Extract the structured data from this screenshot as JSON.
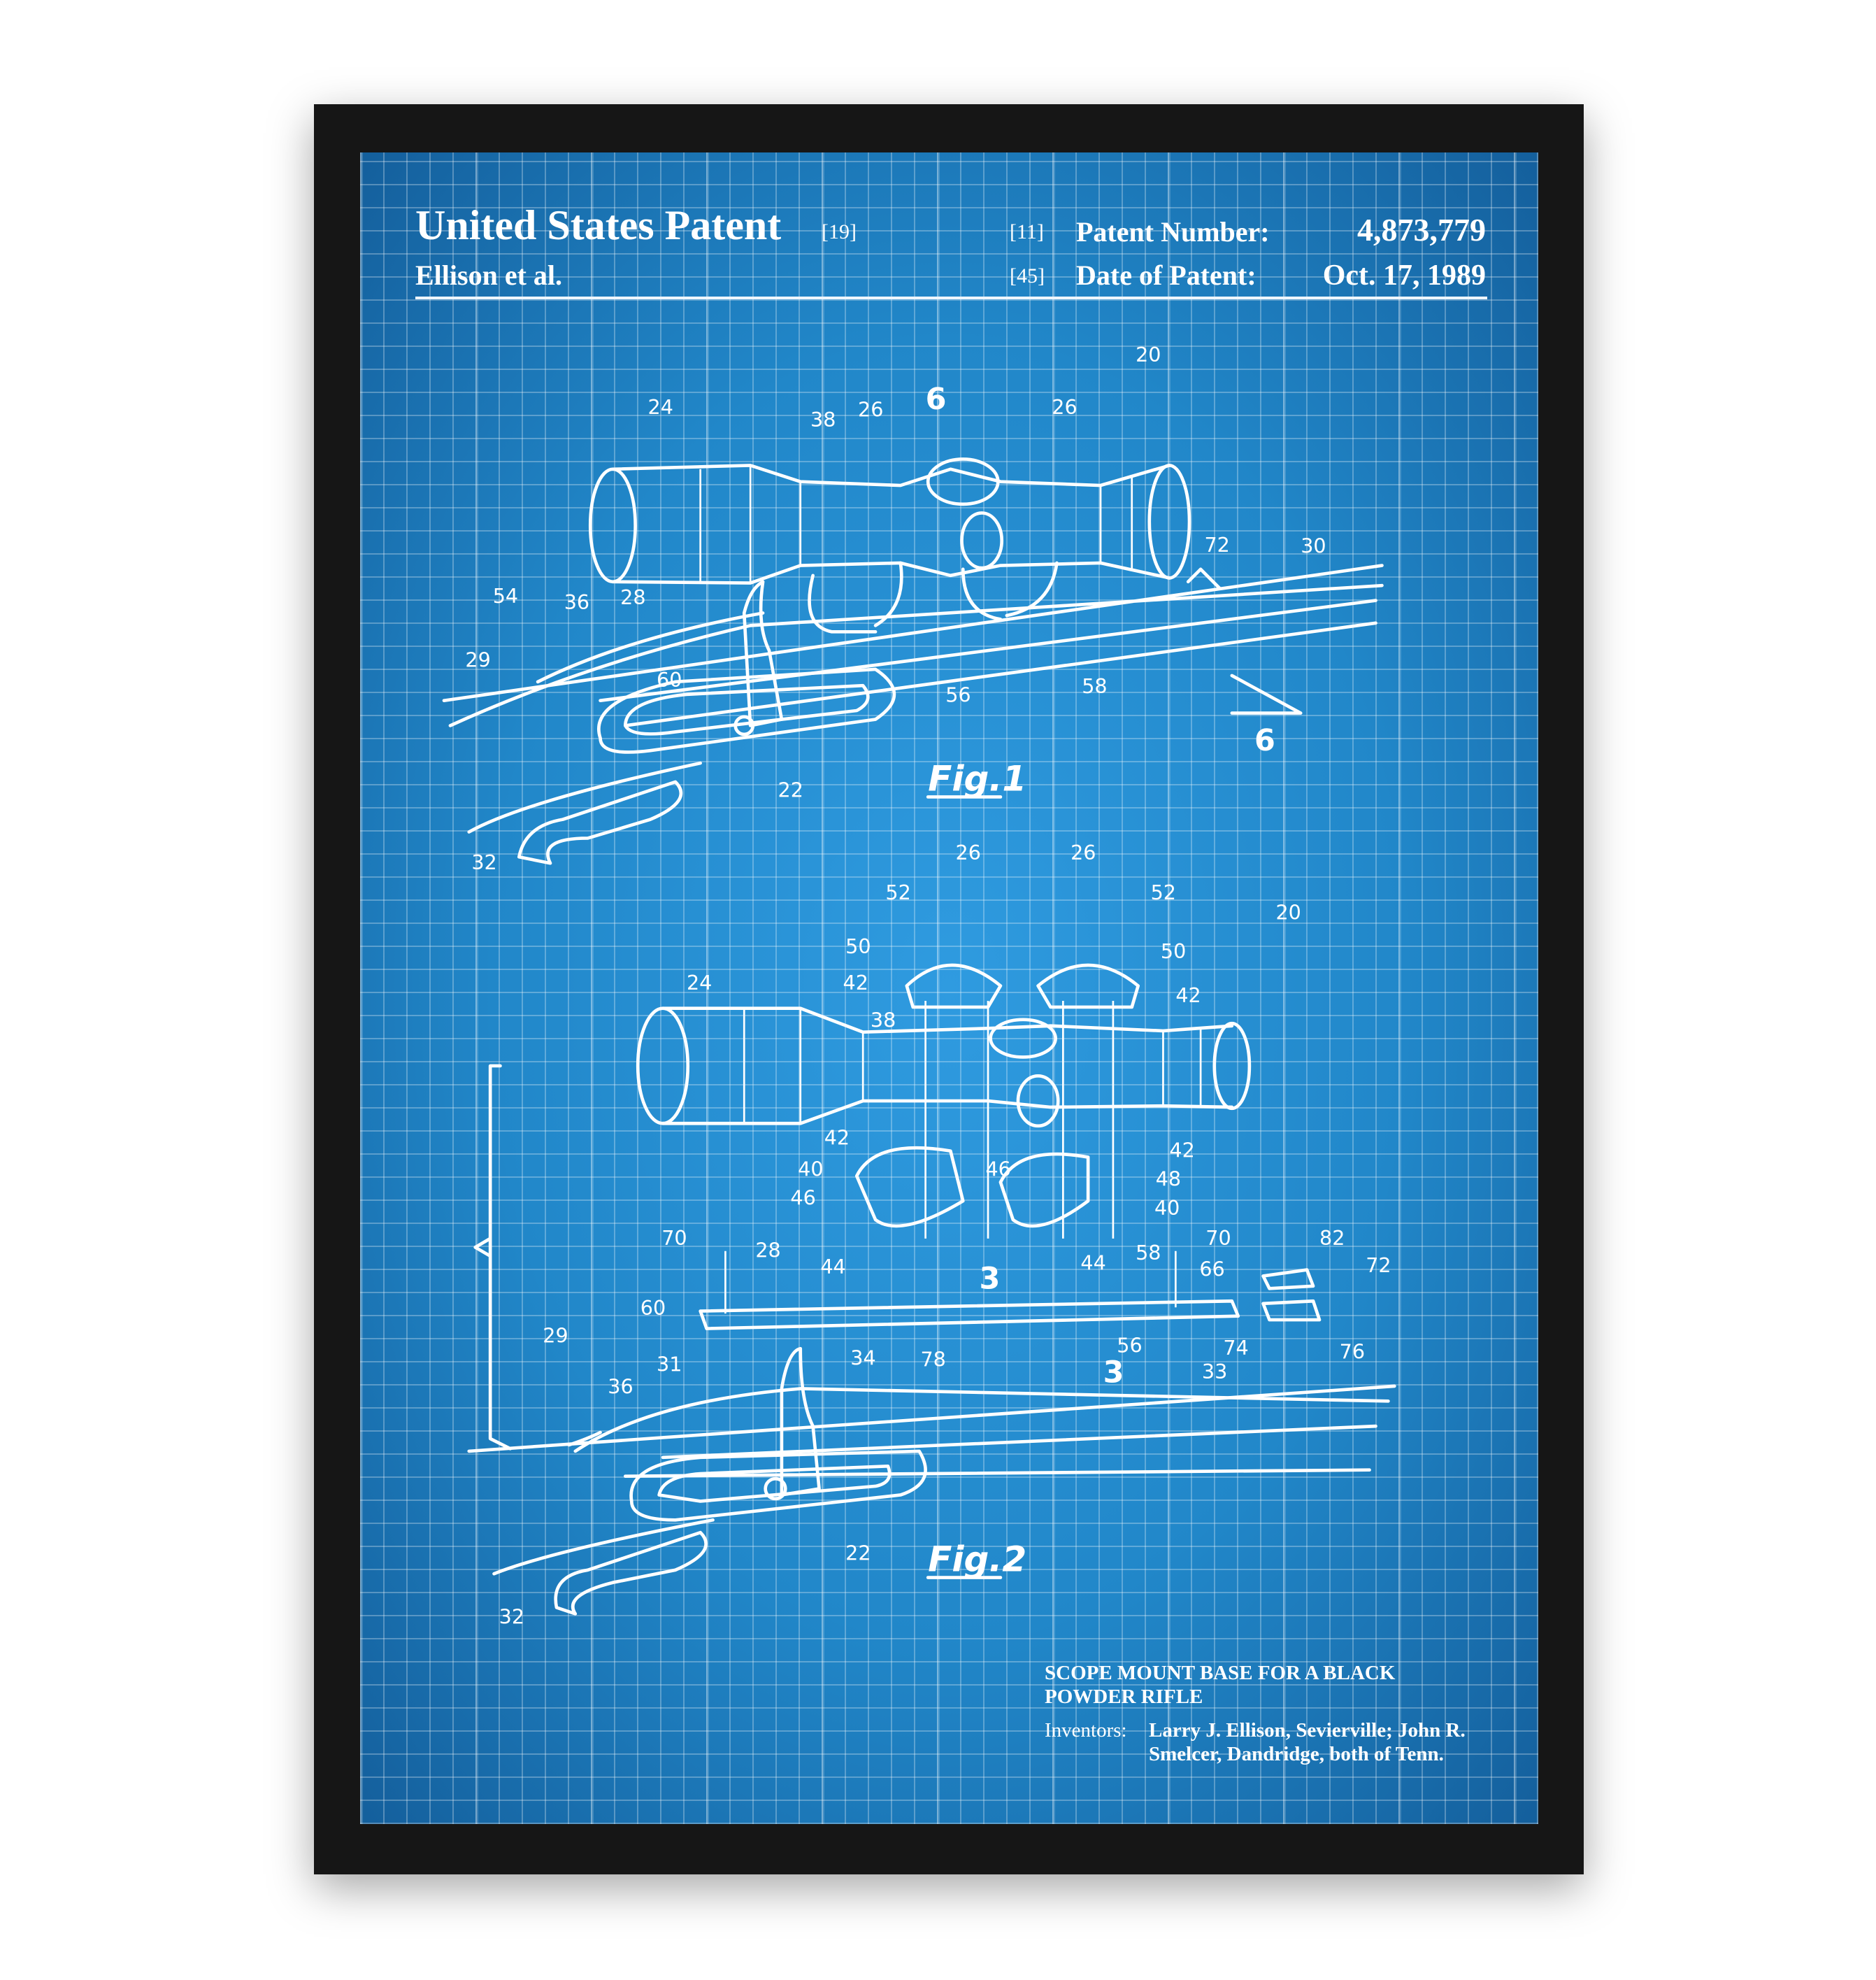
{
  "header": {
    "title": "United States Patent",
    "title_code": "[19]",
    "inventor_short": "Ellison et al.",
    "number_code": "[11]",
    "number_label": "Patent Number:",
    "number_value": "4,873,779",
    "date_code": "[45]",
    "date_label": "Date of Patent:",
    "date_value": "Oct. 17, 1989"
  },
  "footer": {
    "title_line1": "SCOPE MOUNT BASE FOR A BLACK",
    "title_line2": "POWDER RIFLE",
    "inventors_label": "Inventors:",
    "inventors_line1": "Larry J. Ellison, Sevierville; John R.",
    "inventors_line2": "Smelcer, Dandridge, both of Tenn."
  },
  "fig1": {
    "caption": "Fig.1",
    "labels": [
      "24",
      "38",
      "26",
      "6",
      "26",
      "20",
      "72",
      "30",
      "54",
      "36",
      "28",
      "29",
      "60",
      "56",
      "58",
      "6",
      "22",
      "32"
    ]
  },
  "fig2": {
    "caption": "Fig.2",
    "labels": [
      "26",
      "26",
      "52",
      "52",
      "20",
      "50",
      "50",
      "42",
      "42",
      "24",
      "38",
      "42",
      "42",
      "40",
      "46",
      "48",
      "46",
      "40",
      "70",
      "28",
      "44",
      "44",
      "58",
      "70",
      "82",
      "72",
      "66",
      "60",
      "78",
      "56",
      "74",
      "76",
      "29",
      "31",
      "34",
      "3",
      "3",
      "33",
      "36",
      "22",
      "32"
    ]
  },
  "colors": {
    "blueprint": "#2187c9",
    "frame": "#161616",
    "ink": "#ffffff"
  }
}
